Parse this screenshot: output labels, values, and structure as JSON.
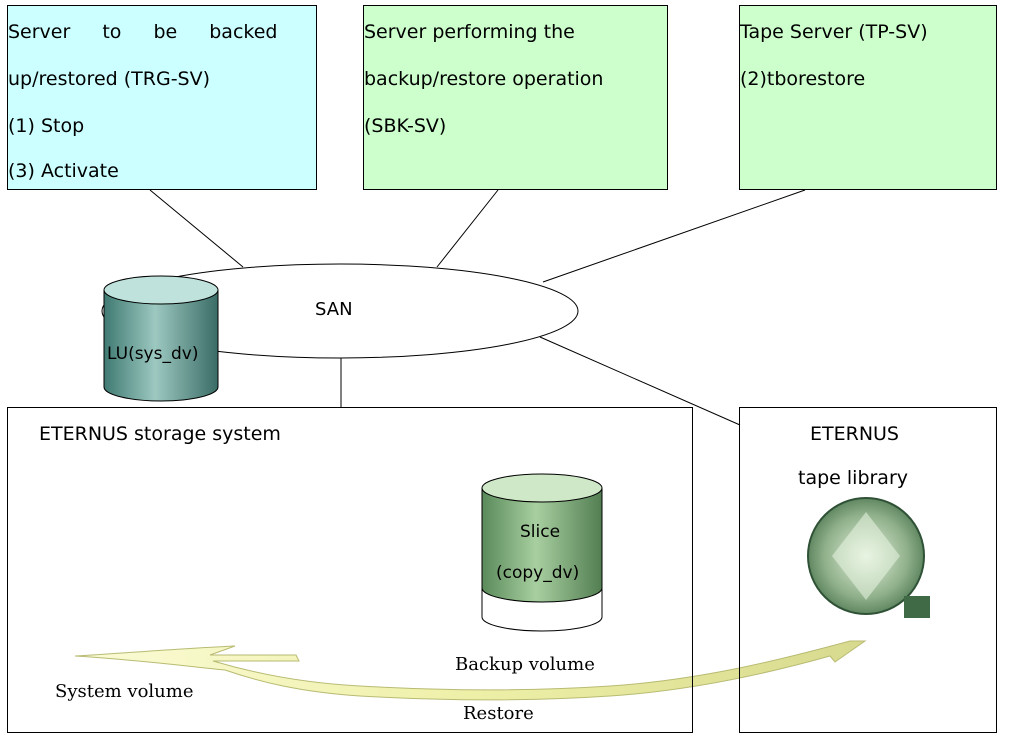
{
  "servers": {
    "trg": {
      "line1": "Server to be backed",
      "line2": "up/restored (TRG-SV)",
      "step1": "(1) Stop",
      "step3": "(3) Activate",
      "fill": "#ccffff"
    },
    "sbk": {
      "line1": "Server performing the",
      "line2": "backup/restore operation",
      "line3": "(SBK-SV)",
      "fill": "#ccffcc"
    },
    "tp": {
      "line1": "Tape Server (TP-SV)",
      "step2": "(2)tborestore",
      "fill": "#ccffcc"
    }
  },
  "network": {
    "label": "SAN"
  },
  "storage": {
    "title": "ETERNUS storage system",
    "system_volume": {
      "label": "LU(sys_dv)",
      "caption": "System volume"
    },
    "backup_volume": {
      "slice_line1": "Slice",
      "slice_line2": "(copy_dv)",
      "caption": "Backup volume"
    }
  },
  "tape_library": {
    "line1": "ETERNUS",
    "line2": "tape library"
  },
  "restore_arrow": {
    "label": "Restore",
    "color": "#f5f5b0"
  }
}
